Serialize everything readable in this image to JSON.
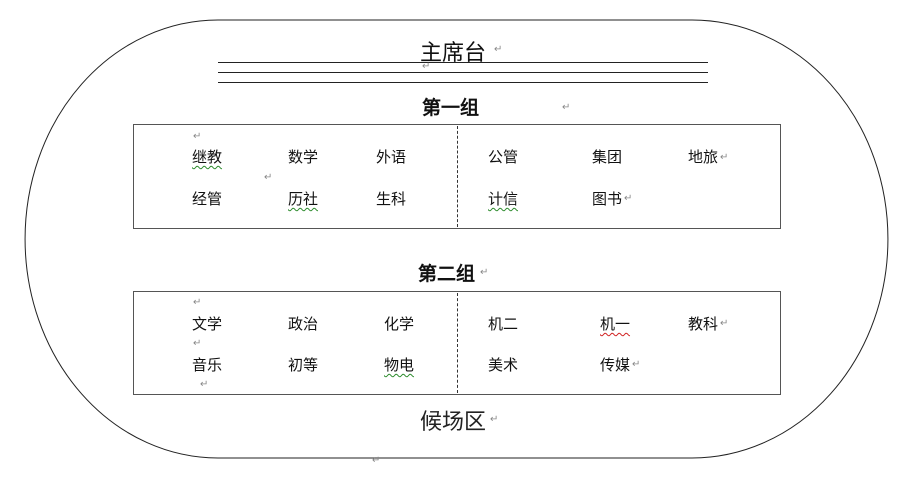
{
  "podium": {
    "title": "主席台"
  },
  "group1": {
    "title": "第一组",
    "left": {
      "row1": [
        "继教",
        "数学",
        "外语"
      ],
      "row2": [
        "经管",
        "历社",
        "生科"
      ]
    },
    "right": {
      "row1": [
        "公管",
        "集团",
        "地旅"
      ],
      "row2": [
        "计信",
        "图书"
      ]
    }
  },
  "group2": {
    "title": "第二组",
    "left": {
      "row1": [
        "文学",
        "政治",
        "化学"
      ],
      "row2": [
        "音乐",
        "初等",
        "物电"
      ]
    },
    "right": {
      "row1": [
        "机二",
        "机一",
        "教科"
      ],
      "row2": [
        "美术",
        "传媒"
      ]
    }
  },
  "waiting_area": {
    "title": "候场区"
  },
  "marks": {
    "return": "↵"
  }
}
